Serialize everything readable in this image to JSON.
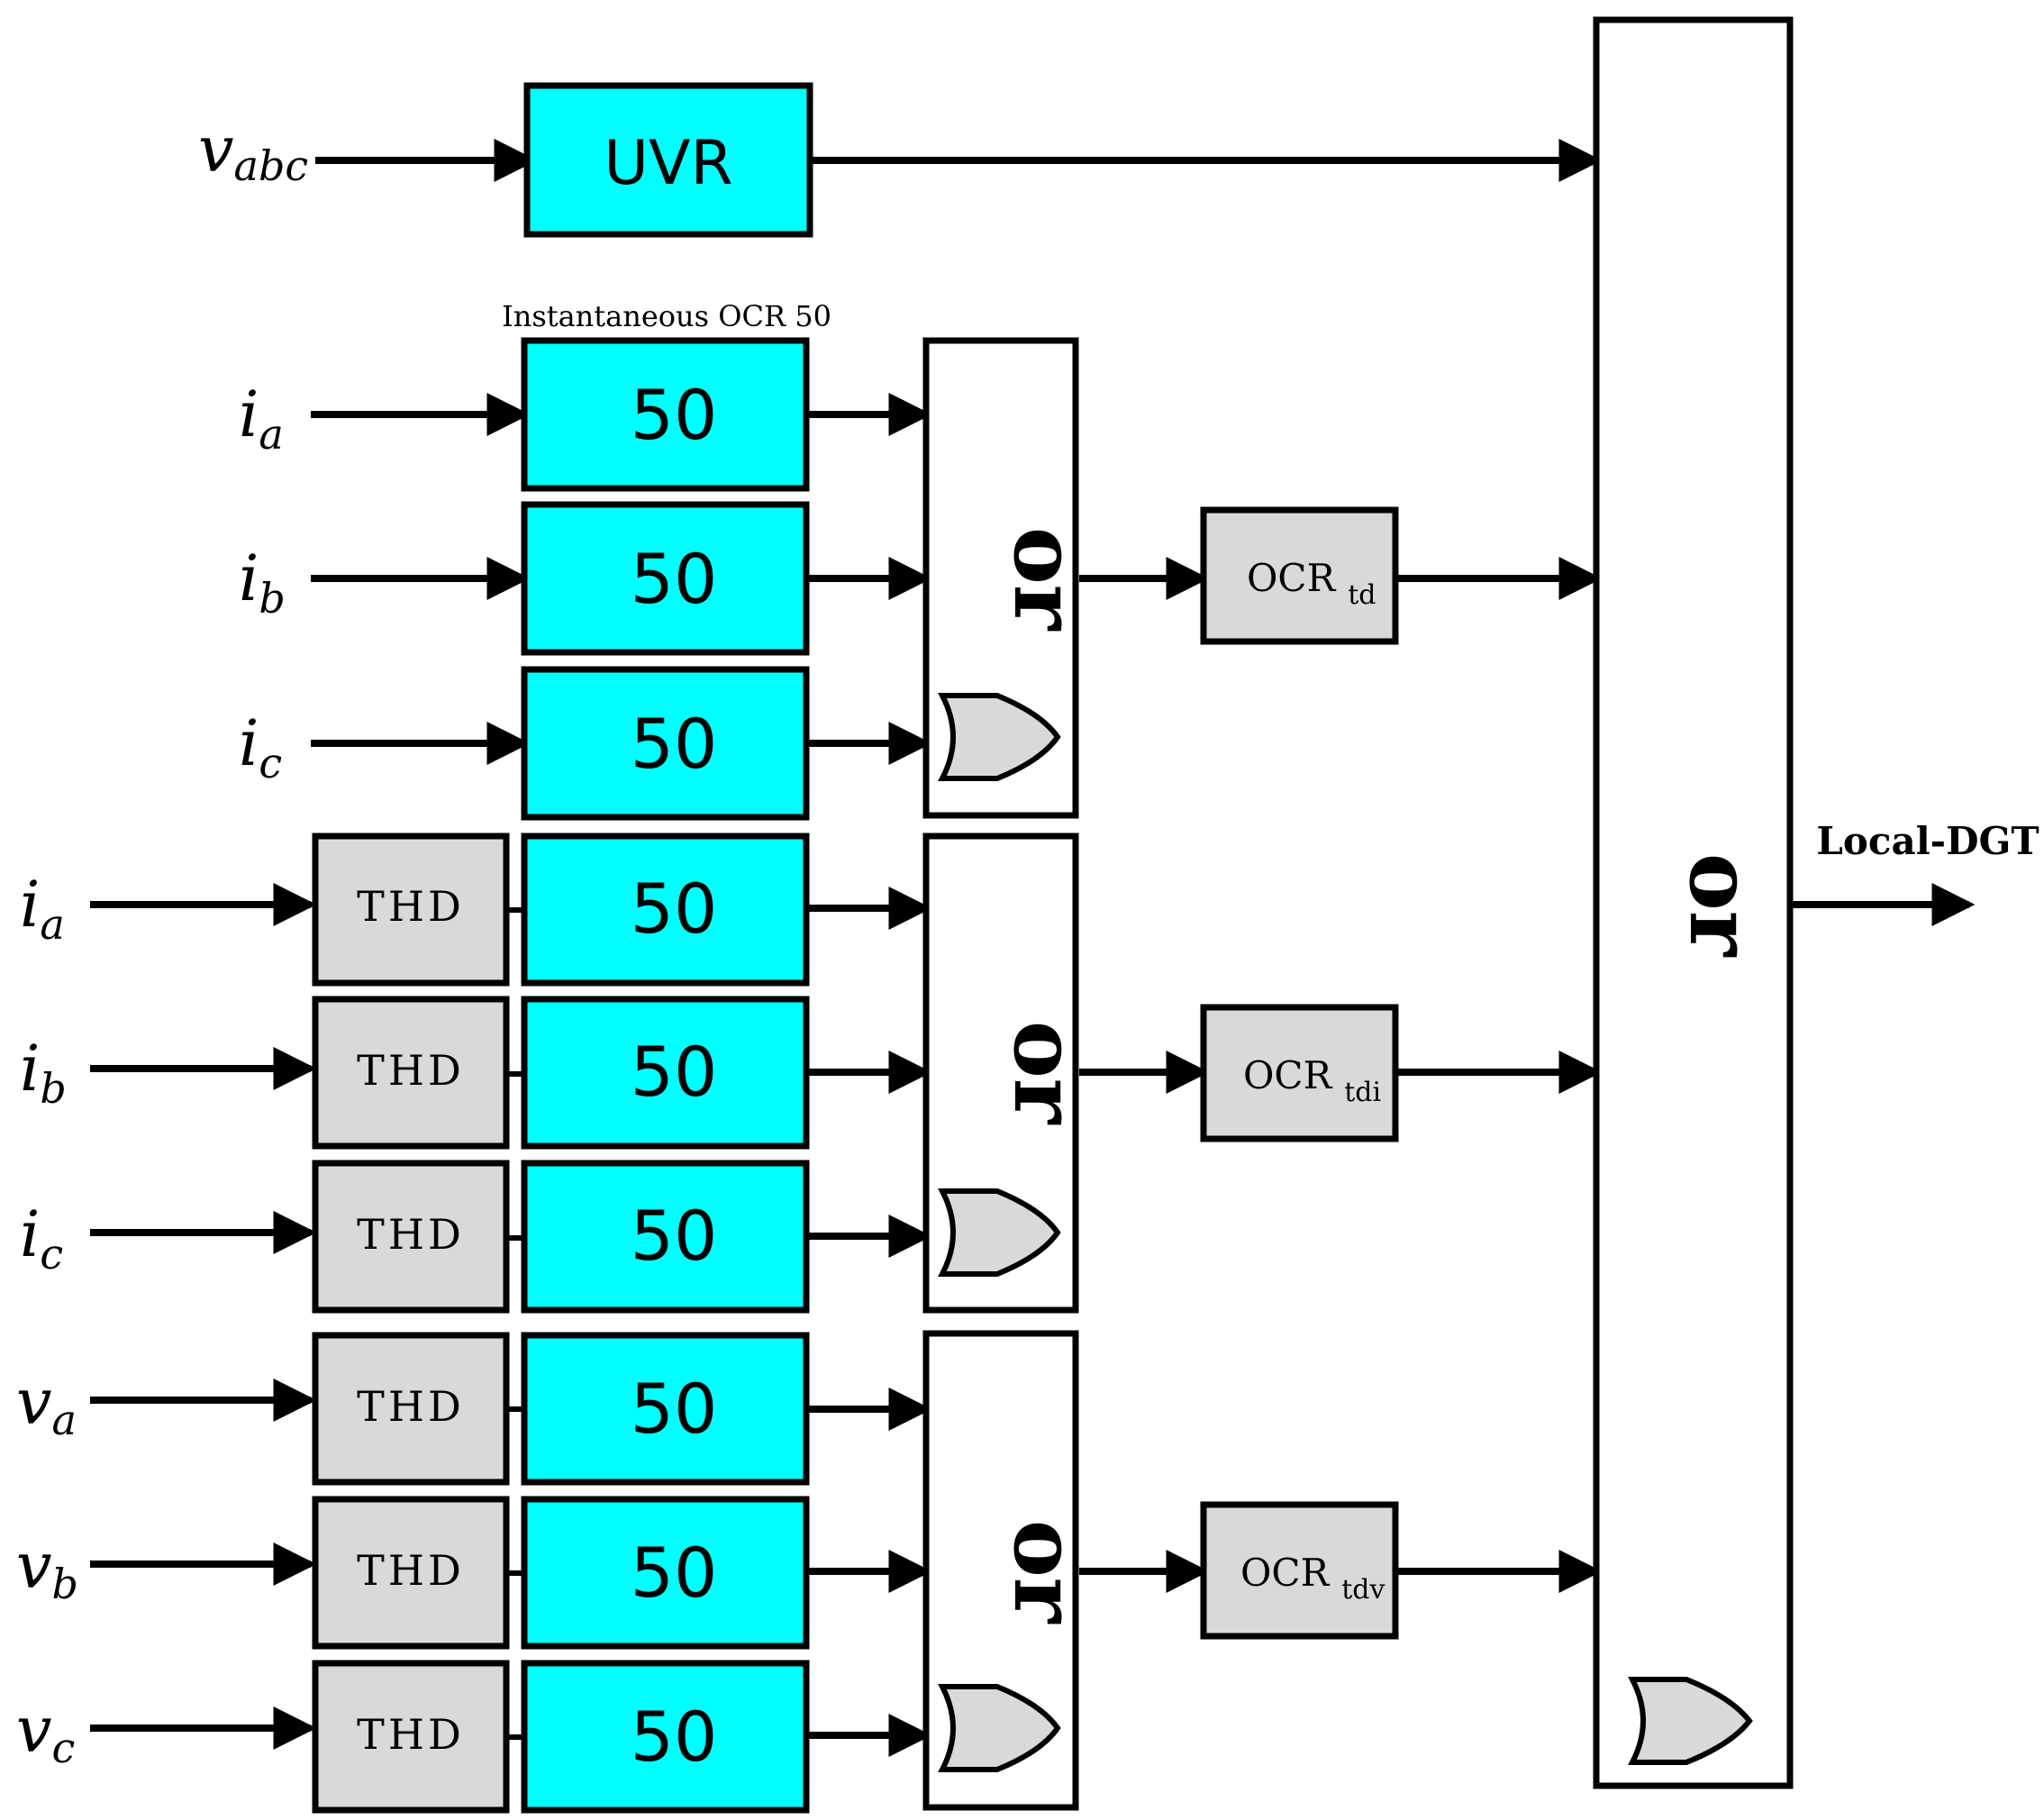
{
  "uvr": {
    "input_var": "v",
    "input_sub": "abc",
    "label": "UVR"
  },
  "caption": "Instantaneous OCR 50",
  "rows": [
    {
      "var": "i",
      "sub": "a",
      "thd": "",
      "value": "50"
    },
    {
      "var": "i",
      "sub": "b",
      "thd": "",
      "value": "50"
    },
    {
      "var": "i",
      "sub": "c",
      "thd": "",
      "value": "50"
    },
    {
      "var": "i",
      "sub": "a",
      "thd": "THD",
      "value": "50"
    },
    {
      "var": "i",
      "sub": "b",
      "thd": "THD",
      "value": "50"
    },
    {
      "var": "i",
      "sub": "c",
      "thd": "THD",
      "value": "50"
    },
    {
      "var": "v",
      "sub": "a",
      "thd": "THD",
      "value": "50"
    },
    {
      "var": "v",
      "sub": "b",
      "thd": "THD",
      "value": "50"
    },
    {
      "var": "v",
      "sub": "c",
      "thd": "THD",
      "value": "50"
    }
  ],
  "or_label": "or",
  "groups": [
    {
      "ocr": "OCR",
      "ocr_sub": "td"
    },
    {
      "ocr": "OCR",
      "ocr_sub": "tdi"
    },
    {
      "ocr": "OCR",
      "ocr_sub": "tdv"
    }
  ],
  "final_or_label": "or",
  "output_label": "Local-DGT",
  "colors": {
    "cyan": "#00ffff",
    "gray": "#d9d9d9",
    "stroke": "#000000"
  }
}
